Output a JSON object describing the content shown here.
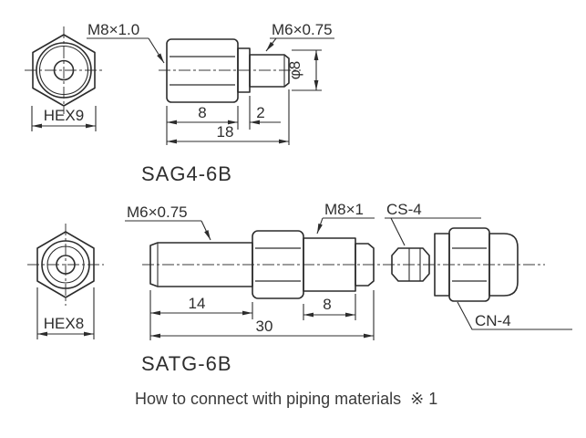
{
  "page": {
    "background_color": "#ffffff",
    "line_color": "#2c2c2c",
    "text_color": "#2e2e2e"
  },
  "sag4": {
    "title": "SAG4-6B",
    "thread_left_label": "M8×1.0",
    "thread_right_label": "M6×0.75",
    "hex_label": "HEX9",
    "diameter_label": "φ8",
    "dim_body": "8",
    "dim_collar": "2",
    "dim_total": "18"
  },
  "satg": {
    "title": "SATG-6B",
    "thread_left_label": "M6×0.75",
    "thread_right_label": "M8×1",
    "hex_label": "HEX8",
    "sleeve_label": "CS-4",
    "nut_label": "CN-4",
    "dim_rod": "14",
    "dim_thread": "8",
    "dim_total": "30"
  },
  "caption": "How to connect with piping materials  ※ 1"
}
